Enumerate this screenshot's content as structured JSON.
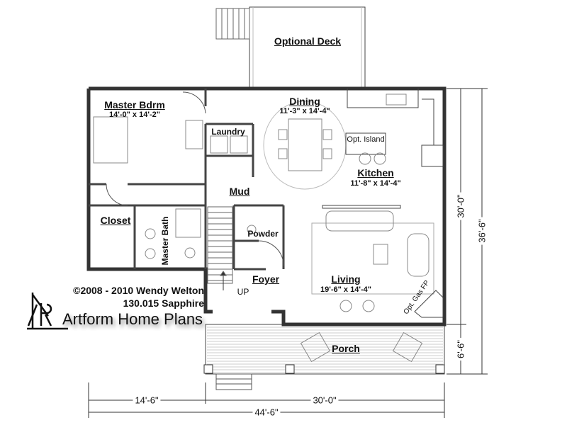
{
  "plan": {
    "rooms": {
      "optional_deck": "Optional Deck",
      "master_bdrm": {
        "name": "Master Bdrm",
        "size": "14'-0\" x 14'-2\""
      },
      "dining": {
        "name": "Dining",
        "size": "11'-3\" x 14'-4\""
      },
      "kitchen": {
        "name": "Kitchen",
        "size": "11'-8\" x 14'-4\""
      },
      "opt_island": "Opt. Island",
      "laundry": "Laundry",
      "mud": "Mud",
      "closet": "Closet",
      "master_bath": "Master Bath",
      "powder": "Powder",
      "foyer": "Foyer",
      "up": "UP",
      "living": {
        "name": "Living",
        "size": "19'-6\" x 14'-4\""
      },
      "opt_gas_fp": "Opt. Gas FP",
      "porch": "Porch"
    },
    "dimensions": {
      "left_width": "14'-6\"",
      "right_width": "30'-0\"",
      "total_width": "44'-6\"",
      "main_depth": "30'-0\"",
      "porch_depth": "6'-6\"",
      "total_depth": "36'-6\""
    }
  },
  "credits": {
    "copyright": "©2008 - 2010 Wendy Welton",
    "plan_id": "130.015 Sapphire",
    "brand": "Artform Home Plans"
  }
}
